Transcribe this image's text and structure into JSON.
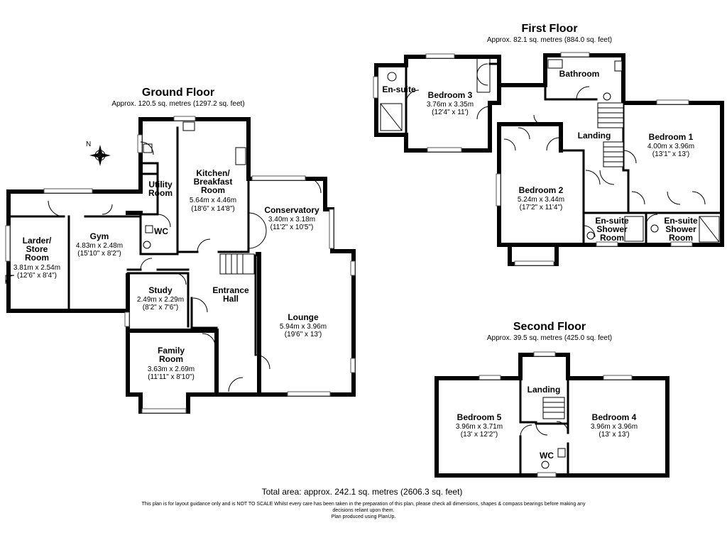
{
  "floors": {
    "ground": {
      "title": "Ground Floor",
      "area": "Approx. 120.5 sq. metres (1297.2 sq. feet)"
    },
    "first": {
      "title": "First Floor",
      "area": "Approx. 82.1 sq. metres (884.0 sq. feet)"
    },
    "second": {
      "title": "Second Floor",
      "area": "Approx. 39.5 sq. metres (425.0 sq. feet)"
    }
  },
  "rooms": {
    "kitchen": {
      "name1": "Kitchen/",
      "name2": "Breakfast",
      "name3": "Room",
      "dim1": "5.64m x 4.46m",
      "dim2": "(18'6\" x 14'8\")"
    },
    "utility": {
      "name1": "Utility",
      "name2": "Room"
    },
    "wc_ground": {
      "name": "WC"
    },
    "gym": {
      "name": "Gym",
      "dim1": "4.83m x 2.48m",
      "dim2": "(15'10\" x 8'2\")"
    },
    "larder": {
      "name1": "Larder/",
      "name2": "Store",
      "name3": "Room",
      "dim1": "3.81m x 2.54m",
      "dim2": "(12'6\" x 8'4\")"
    },
    "conservatory": {
      "name": "Conservatory",
      "dim1": "3.40m x 3.18m",
      "dim2": "(11'2\" x 10'5\")"
    },
    "study": {
      "name": "Study",
      "dim1": "2.49m x 2.29m",
      "dim2": "(8'2\" x 7'6\")"
    },
    "entrance": {
      "name1": "Entrance",
      "name2": "Hall"
    },
    "lounge": {
      "name": "Lounge",
      "dim1": "5.94m x 3.96m",
      "dim2": "(19'6\" x 13')"
    },
    "family": {
      "name1": "Family",
      "name2": "Room",
      "dim1": "3.63m x 2.69m",
      "dim2": "(11'11\" x 8'10\")"
    },
    "ensuite3": {
      "name": "En-suite"
    },
    "bedroom3": {
      "name": "Bedroom 3",
      "dim1": "3.76m x 3.35m",
      "dim2": "(12'4\" x 11')"
    },
    "bathroom": {
      "name": "Bathroom"
    },
    "landing1": {
      "name": "Landing"
    },
    "bedroom1": {
      "name": "Bedroom 1",
      "dim1": "4.00m x 3.96m",
      "dim2": "(13'1\" x 13')"
    },
    "bedroom2": {
      "name": "Bedroom 2",
      "dim1": "5.24m x 3.44m",
      "dim2": "(17'2\" x 11'4\")"
    },
    "ensuite_a": {
      "name1": "En-suite",
      "name2": "Shower",
      "name3": "Room"
    },
    "ensuite_b": {
      "name1": "En-suite",
      "name2": "Shower",
      "name3": "Room"
    },
    "landing2": {
      "name": "Landing"
    },
    "bedroom5": {
      "name": "Bedroom 5",
      "dim1": "3.96m x 3.71m",
      "dim2": "(13' x 12'2\")"
    },
    "bedroom4": {
      "name": "Bedroom 4",
      "dim1": "3.96m x 3.96m",
      "dim2": "(13' x 13')"
    },
    "wc_second": {
      "name": "WC"
    }
  },
  "compass_label": "N",
  "footer": {
    "total": "Total area: approx. 242.1 sq. metres (2606.3 sq. feet)",
    "note1": "This plan is for layout guidance only and is NOT TO SCALE Whilst every care has been taken in the preparation of this plan, please check all dimensions, shapes & compass bearings before making any",
    "note2": "decisions reliant upon them.",
    "note3": "Plan produced using PlanUp."
  }
}
